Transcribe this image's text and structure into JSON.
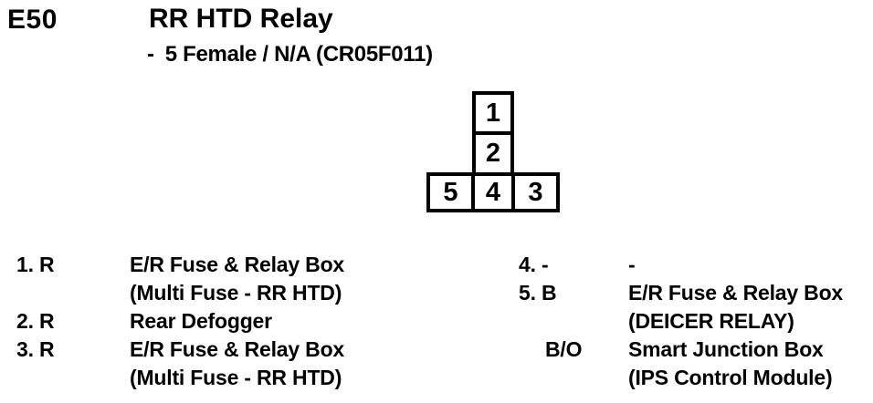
{
  "header": {
    "connector_id": "E50",
    "title": "RR HTD Relay",
    "subtitle_dash": "-",
    "subtitle_text": "5 Female / N/A (CR05F011)"
  },
  "connector": {
    "top_cells": [
      "1",
      "2"
    ],
    "bottom_cells": [
      "5",
      "4",
      "3"
    ]
  },
  "pin_table": {
    "left_rows": [
      {
        "pin": "1. R",
        "desc": "E/R Fuse & Relay Box"
      },
      {
        "pin": "",
        "desc": "(Multi Fuse - RR HTD)"
      },
      {
        "pin": "2. R",
        "desc": "Rear Defogger"
      },
      {
        "pin": "3. R",
        "desc": "E/R Fuse & Relay Box"
      },
      {
        "pin": "",
        "desc": "(Multi Fuse - RR HTD)"
      }
    ],
    "right_rows": [
      {
        "pin": "4. -",
        "desc": "-"
      },
      {
        "pin": "5. B",
        "desc": "E/R Fuse & Relay Box"
      },
      {
        "pin": "",
        "desc": "(DEICER RELAY)"
      },
      {
        "pin": "B/O",
        "desc": "Smart Junction Box"
      },
      {
        "pin": "",
        "desc": "(IPS Control Module)"
      }
    ]
  }
}
